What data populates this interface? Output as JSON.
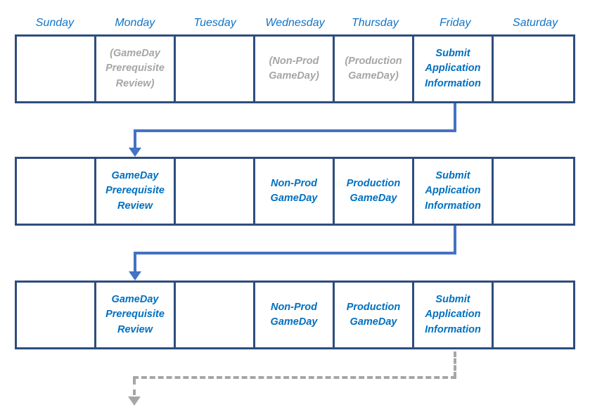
{
  "header": {
    "days": [
      "Sunday",
      "Monday",
      "Tuesday",
      "Wednesday",
      "Thursday",
      "Friday",
      "Saturday"
    ]
  },
  "weeks": [
    {
      "label": "week-1",
      "cells": [
        {
          "text": "",
          "style": "empty"
        },
        {
          "text": "(GameDay Prerequisite Review)",
          "style": "muted"
        },
        {
          "text": "",
          "style": "empty"
        },
        {
          "text": "(Non-Prod GameDay)",
          "style": "muted"
        },
        {
          "text": "(Production GameDay)",
          "style": "muted"
        },
        {
          "text": "Submit Application Information",
          "style": "active"
        },
        {
          "text": "",
          "style": "empty"
        }
      ]
    },
    {
      "label": "week-2",
      "cells": [
        {
          "text": "",
          "style": "empty"
        },
        {
          "text": "GameDay Prerequisite Review",
          "style": "active"
        },
        {
          "text": "",
          "style": "empty"
        },
        {
          "text": "Non-Prod GameDay",
          "style": "active"
        },
        {
          "text": "Production GameDay",
          "style": "active"
        },
        {
          "text": "Submit Application Information",
          "style": "active"
        },
        {
          "text": "",
          "style": "empty"
        }
      ]
    },
    {
      "label": "week-3",
      "cells": [
        {
          "text": "",
          "style": "empty"
        },
        {
          "text": "GameDay Prerequisite Review",
          "style": "active"
        },
        {
          "text": "",
          "style": "empty"
        },
        {
          "text": "Non-Prod GameDay",
          "style": "active"
        },
        {
          "text": "Production GameDay",
          "style": "active"
        },
        {
          "text": "Submit Application Information",
          "style": "active"
        },
        {
          "text": "",
          "style": "empty"
        }
      ]
    }
  ],
  "connectors": [
    {
      "from": "week-1-friday",
      "to": "week-2-monday",
      "style": "solid",
      "color": "#4472C4"
    },
    {
      "from": "week-2-friday",
      "to": "week-3-monday",
      "style": "solid",
      "color": "#4472C4"
    },
    {
      "from": "week-3-friday",
      "to": "following-week",
      "style": "dashed",
      "color": "#A6A6A6"
    }
  ],
  "colors": {
    "table_border": "#2E4D7E",
    "day_label_blue": "#0F74C8",
    "cell_text_blue": "#0070C0",
    "muted_gray": "#A6A6A6",
    "arrow_blue": "#4472C4"
  }
}
